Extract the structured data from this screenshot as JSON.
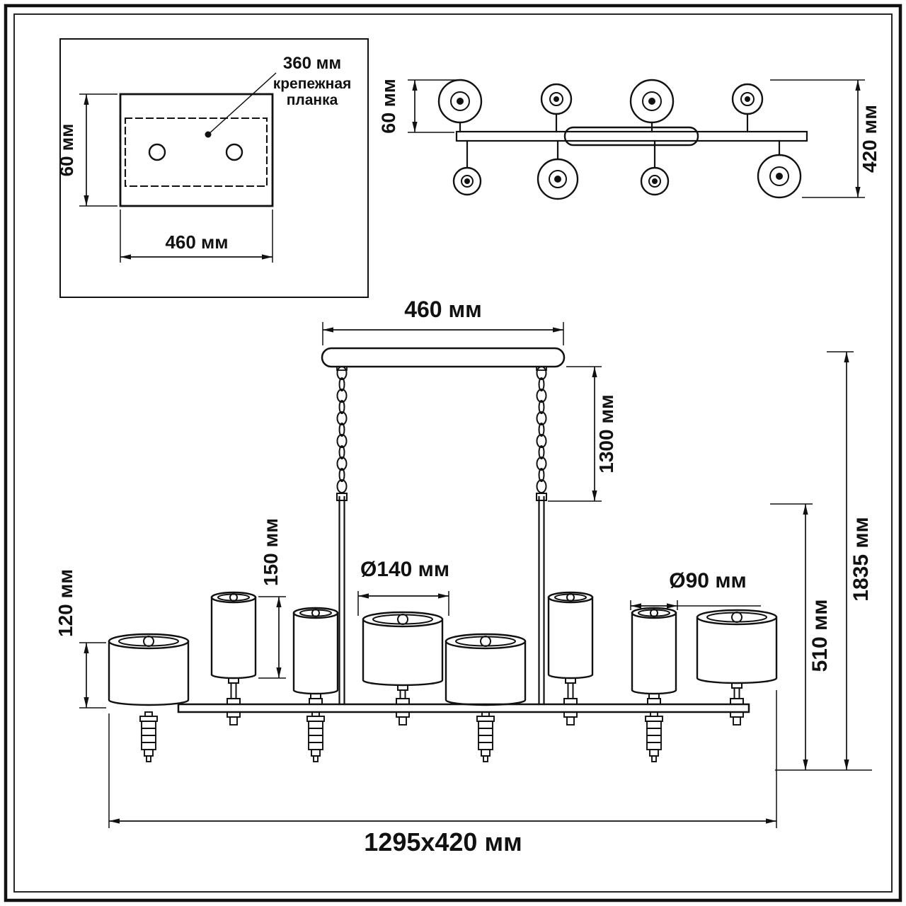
{
  "colors": {
    "line": "#111111",
    "background": "#ffffff"
  },
  "inset": {
    "plate_hole_spacing": "360 мм",
    "plate_label_line1": "крепежная",
    "plate_label_line2": "планка",
    "plate_height": "60 мм",
    "plate_width": "460 мм"
  },
  "top_view": {
    "arm_offset": "60 мм",
    "overall_depth": "420 мм"
  },
  "front_view": {
    "canopy_width": "460 мм",
    "suspension_length": "1300 мм",
    "small_shade_height": "150 мм",
    "large_shade_height": "120 мм",
    "large_shade_diameter": "Ø140 мм",
    "small_shade_diameter": "Ø90 мм",
    "body_height": "510 мм",
    "overall_height": "1835 мм",
    "overall_footprint": "1295x420 мм"
  }
}
